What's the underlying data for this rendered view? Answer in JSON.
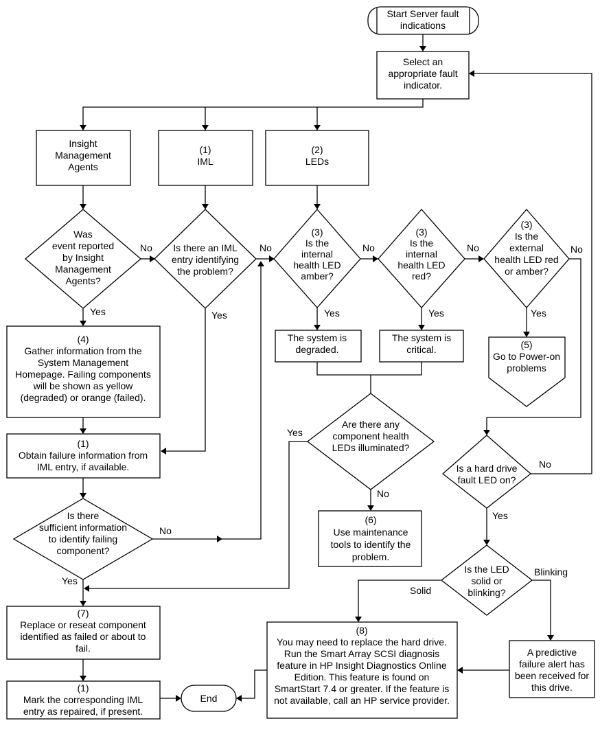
{
  "nodes": {
    "start": [
      "Start Server fault",
      "indications"
    ],
    "select": [
      "Select an",
      "appropriate fault",
      "indicator."
    ],
    "insight": [
      "Insight",
      "Management",
      "Agents"
    ],
    "iml": [
      "(1)",
      "IML"
    ],
    "leds": [
      "(2)",
      "LEDs"
    ],
    "d_reported": [
      "Was",
      "event reported",
      "by Insight",
      "Management",
      "Agents?"
    ],
    "d_iml_entry": [
      "Is there an IML",
      "entry identifying",
      "the problem?"
    ],
    "d_int_amber": [
      "(3)",
      "Is the",
      "internal",
      "health LED",
      "amber?"
    ],
    "d_int_red": [
      "(3)",
      "Is the",
      "internal",
      "health LED",
      "red?"
    ],
    "d_ext": [
      "(3)",
      "Is the",
      "external",
      "health LED red",
      "or amber?"
    ],
    "gather": [
      "(4)",
      "Gather information from the",
      "System Management",
      "Homepage. Failing components",
      "will be shown as yellow",
      "(degraded) or orange (failed)."
    ],
    "degraded": [
      "The system is",
      "degraded."
    ],
    "critical": [
      "The system is",
      "critical."
    ],
    "poweron": [
      "(5)",
      "Go to Power-on",
      "problems"
    ],
    "obtain": [
      "(1)",
      "Obtain failure information from",
      "IML entry, if available."
    ],
    "d_component": [
      "Are there any",
      "component health",
      "LEDs illuminated?"
    ],
    "d_harddrive": [
      "Is a hard drive",
      "fault LED on?"
    ],
    "maint": [
      "(6)",
      "Use maintenance",
      "tools to identify the",
      "problem."
    ],
    "d_sufficient": [
      "Is there",
      "sufficient information",
      "to identify failing",
      "component?"
    ],
    "d_solid": [
      "Is the LED",
      "solid or",
      "blinking?"
    ],
    "replace": [
      "(7)",
      "Replace or reseat component",
      "identified as failed or about to",
      "fail."
    ],
    "replace_drive": [
      "(8)",
      "You may need to replace the hard drive.",
      "Run the Smart Array SCSI diagnosis",
      "feature in HP Insight Diagnostics Online",
      "Edition. This feature is found on",
      "SmartStart 7.4 or greater. If the feature is",
      "not available, call an HP service provider."
    ],
    "predictive": [
      "A predictive",
      "failure alert has",
      "been received for",
      "this drive."
    ],
    "mark": [
      "(1)",
      "Mark the corresponding IML",
      "entry as repaired, if present."
    ],
    "end": [
      "End"
    ]
  },
  "edge_labels": {
    "reported_no": "No",
    "reported_yes": "Yes",
    "iml_no": "No",
    "iml_yes": "Yes",
    "amber_no": "No",
    "amber_yes": "Yes",
    "red_no": "No",
    "red_yes": "Yes",
    "ext_no": "No",
    "ext_yes": "Yes",
    "component_yes": "Yes",
    "component_no": "No",
    "harddrive_no": "No",
    "harddrive_yes": "Yes",
    "sufficient_no": "No",
    "sufficient_yes": "Yes",
    "solid_label": "Solid",
    "blinking_label": "Blinking"
  }
}
